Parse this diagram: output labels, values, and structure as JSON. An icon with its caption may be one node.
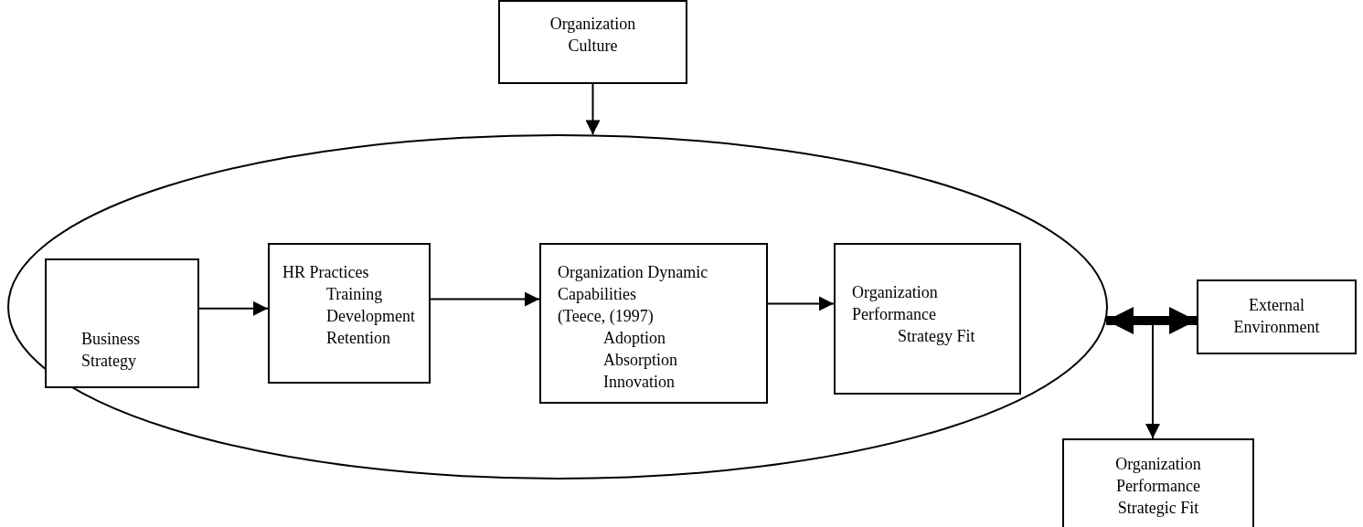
{
  "diagram": {
    "nodes": [
      {
        "text": [
          "Organization Culture"
        ]
      },
      {
        "text": [],
        "shape": "ellipse"
      },
      {
        "text": [
          "Business Strategy"
        ],
        "in": 1
      },
      {
        "text": [
          "HR Practices",
          "Training",
          "Development",
          "Retention"
        ],
        "in": 1
      },
      {
        "text": [
          "Organization Dynamic Capabilities",
          "(Teece, (1997)",
          "Adoption",
          "Absorption",
          "Innovation"
        ],
        "in": 1
      },
      {
        "text": [
          "Organization Performance",
          "Strategy Fit"
        ],
        "in": 1
      },
      {
        "text": [
          "External Environment"
        ]
      },
      {
        "text": [
          "Organization Performance",
          "Strategic Fit"
        ]
      }
    ],
    "edges": [
      {
        "from": 0,
        "to": 1,
        "arrow": "to"
      },
      {
        "from": 2,
        "to": 3,
        "arrow": "to"
      },
      {
        "from": 3,
        "to": 4,
        "arrow": "to"
      },
      {
        "from": 4,
        "to": 5,
        "arrow": "to"
      },
      {
        "from": 1,
        "to": 6,
        "arrow": "both",
        "style": "thick"
      },
      {
        "from": null,
        "to": 7,
        "arrow": "to"
      }
    ]
  }
}
